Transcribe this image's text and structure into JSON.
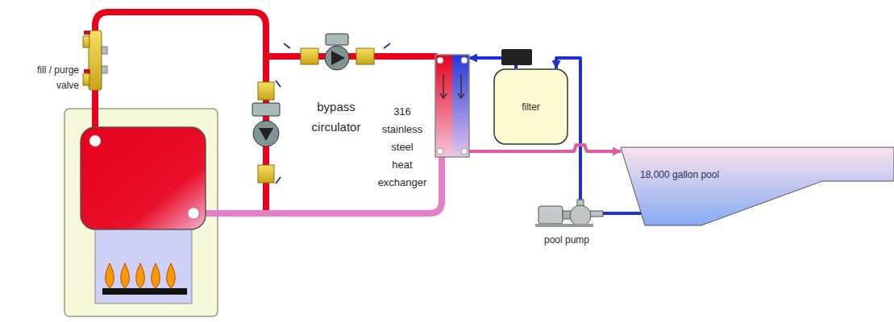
{
  "diagram": {
    "nodes": [
      {
        "text": [
          "316 stainless steel heat exchanger"
        ]
      },
      {
        "text": [
          "filter"
        ]
      },
      {
        "text": [
          "18,000 gallon pool"
        ]
      },
      {
        "text": [
          "pool pump"
        ]
      }
    ],
    "edges": [
      {
        "from": 3,
        "to": 1,
        "arrow": "to"
      },
      {
        "from": 1,
        "to": 0,
        "arrow": "to"
      },
      {
        "from": 0,
        "to": 2,
        "arrow": "to"
      },
      {
        "from": 2,
        "to": 3,
        "arrow": "none"
      }
    ],
    "labels": [
      "fill / purge valve",
      "bypass circulator"
    ]
  }
}
